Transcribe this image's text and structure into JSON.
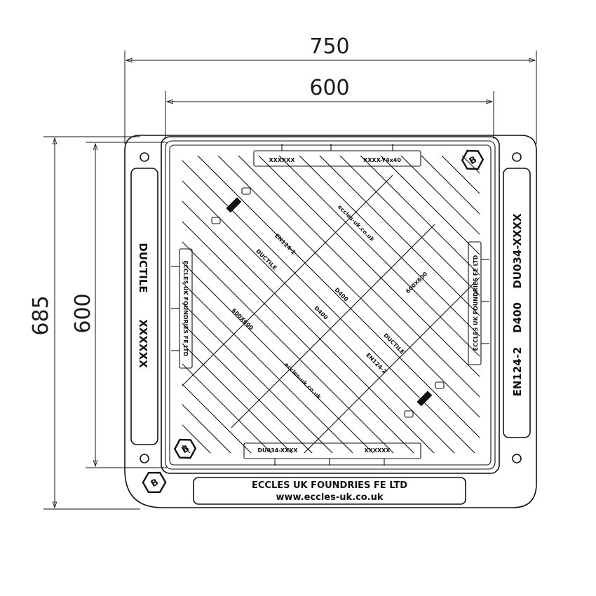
{
  "dimensions": {
    "width_outer": "750",
    "width_inner": "600",
    "height_outer": "685",
    "height_inner": "600"
  },
  "plate": {
    "line1": "ECCLES UK FOUNDRIES FE LTD",
    "line2": "www.eccles-uk.co.uk"
  },
  "left_panel": {
    "material": "DUCTILE",
    "code": "XXXXXX"
  },
  "right_panel": {
    "standard": "EN124-2",
    "class": "D400",
    "ref": "DU034-XXXX"
  },
  "cover_markings": {
    "top_left": "XXXXXX",
    "top_right": "XXXX-Y4x40",
    "bottom_left": "DU034-XXXX",
    "bottom_right": "XXXXXX",
    "inner_left": "ECCLES UK FOUNDRIES FE LTD",
    "inner_right": "ECCLES UK FOUNDRIES FE LTD",
    "diag_website_top": "eccles-uk.co.uk",
    "diag_en124_top": "EN124-2",
    "diag_en124_bottom": "EN124-2",
    "diag_ductile_top": "DUCTILE",
    "diag_ductile_bottom": "DUCTILE",
    "diag_d400": "D400",
    "diag_d400_b": "D400",
    "diag_num_top": "600X600",
    "diag_num_bottom": "600X600",
    "diag_website_bottom": "eccles-uk.co.uk"
  },
  "kitemark": {
    "symbol": "B"
  }
}
